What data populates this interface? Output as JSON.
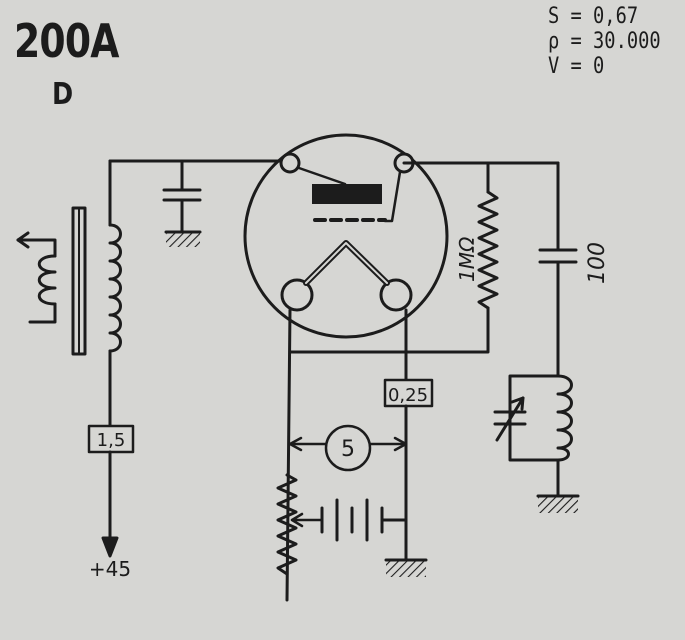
{
  "tube": {
    "type": "200A",
    "class": "D"
  },
  "parameters": [
    {
      "label": "S",
      "value": "0,67"
    },
    {
      "label": "ρ",
      "value": "30.000"
    },
    {
      "label": "V",
      "value": "0"
    }
  ],
  "labels": {
    "grid_leak": "1MΩ",
    "grid_capacitor": "100",
    "filament_resistor": "0,25",
    "plate_resistor": "1,5",
    "plate_voltage": "+45",
    "filament_meter": "5"
  }
}
